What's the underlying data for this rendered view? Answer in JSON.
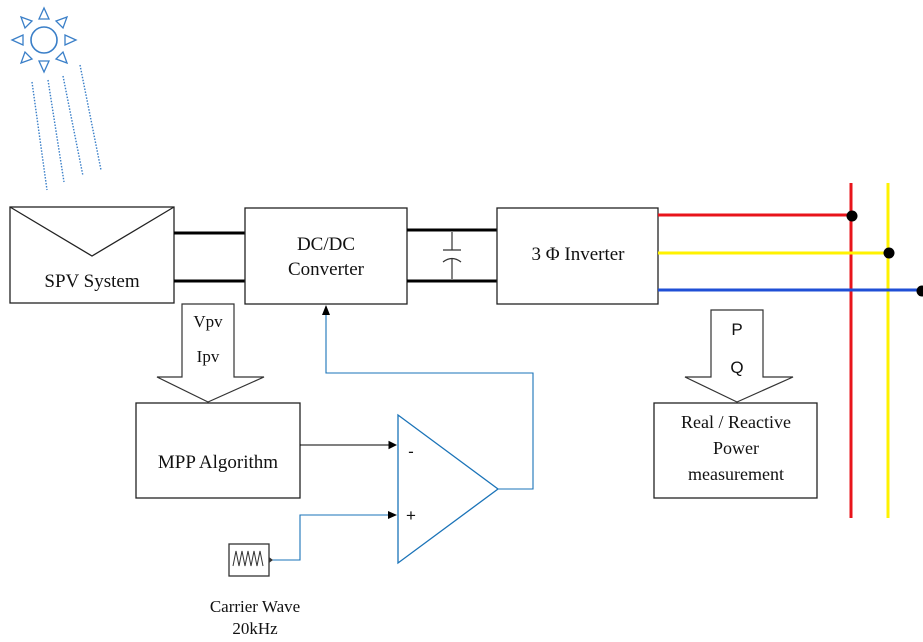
{
  "blocks": {
    "spv": "SPV System",
    "dcdc_line1": "DC/DC",
    "dcdc_line2": "Converter",
    "inverter": "3 Φ Inverter",
    "mpp": "MPP Algorithm",
    "measure_line1": "Real / Reactive",
    "measure_line2": "Power",
    "measure_line3": "measurement"
  },
  "signals": {
    "vpv": "Vpv",
    "ipv": "Ipv",
    "p": "P",
    "q": "Q"
  },
  "comparator": {
    "minus": "-",
    "plus": "+"
  },
  "carrier": {
    "line1": "Carrier Wave",
    "line2": "20kHz"
  },
  "colors": {
    "phase_a": "#e8141b",
    "phase_b": "#fff200",
    "phase_c": "#1f4fd6",
    "sun": "#3a7fc8",
    "wire": "#000000"
  },
  "icons": [
    "sun-icon",
    "pv-panel-icon",
    "capacitor-icon",
    "carrier-wave-icon"
  ]
}
